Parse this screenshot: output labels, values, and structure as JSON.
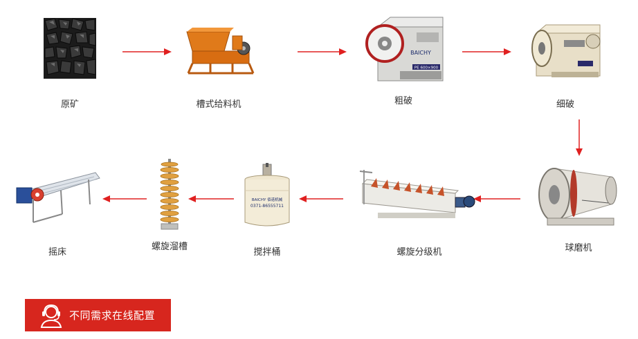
{
  "colors": {
    "accent": "#d7261e",
    "arrow": "#e02020",
    "text": "#333333"
  },
  "flow": {
    "steps": [
      {
        "label": "原矿"
      },
      {
        "label": "槽式给料机"
      },
      {
        "label": "粗破"
      },
      {
        "label": "细破"
      },
      {
        "label": "球磨机"
      },
      {
        "label": "螺旋分级机"
      },
      {
        "label": "搅拌桶"
      },
      {
        "label": "螺旋溜槽"
      },
      {
        "label": "摇床"
      }
    ]
  },
  "machine_marks": {
    "jaw_brand": "BAICHY",
    "jaw_model": "PE 600×900",
    "tank_brand": "BAICHY 佰诺机械",
    "tank_phone": "0371-86555711"
  },
  "cta": {
    "label": "不同需求在线配置",
    "icon": "customer-service-icon"
  }
}
